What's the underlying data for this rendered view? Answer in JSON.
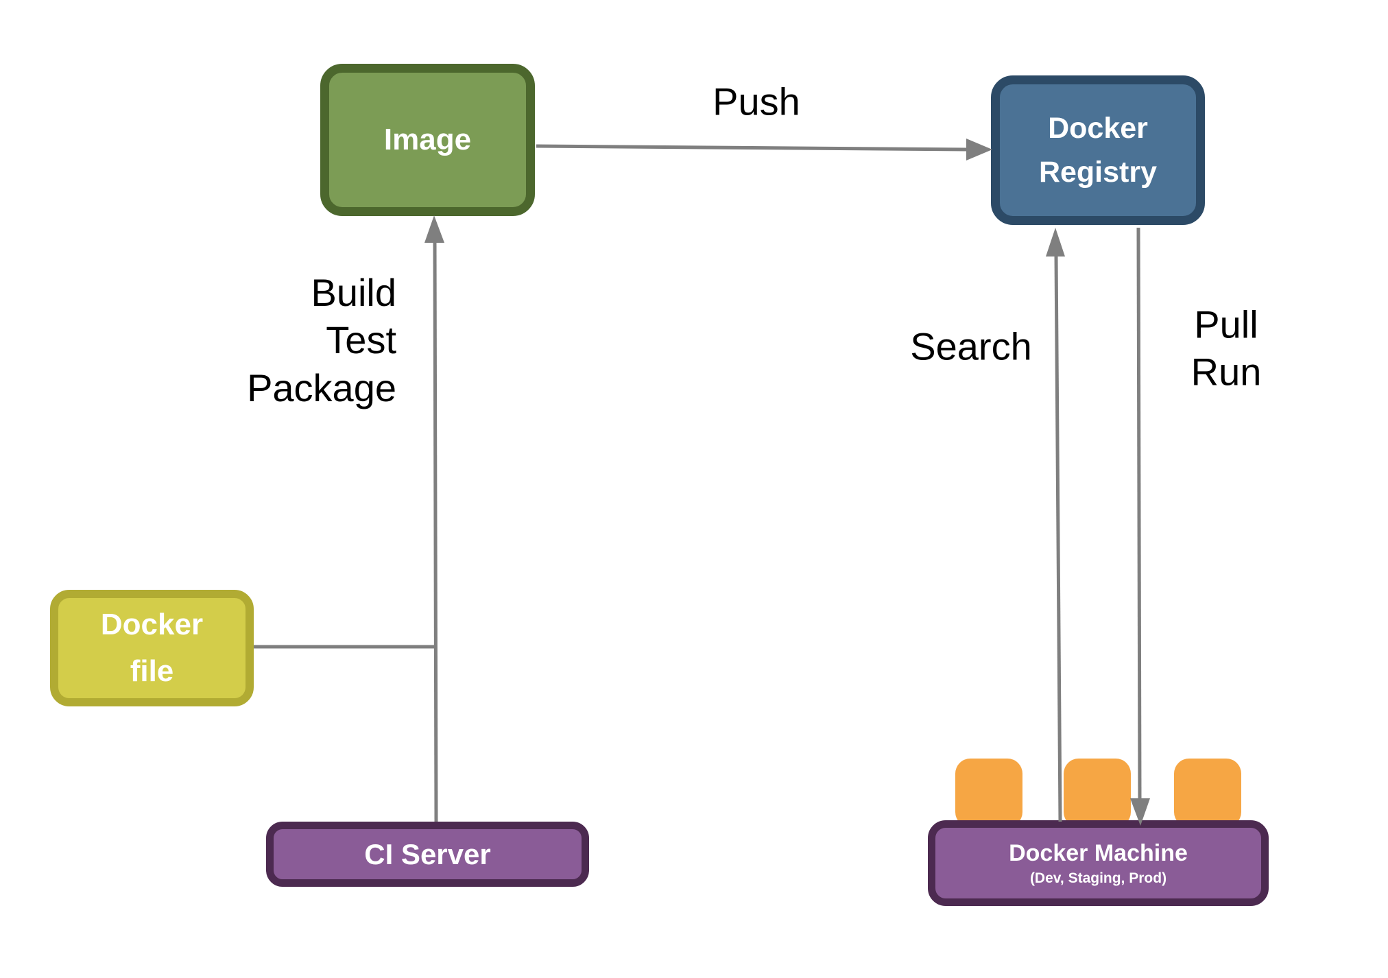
{
  "diagram": {
    "nodes": {
      "image": {
        "label": "Image"
      },
      "registry": {
        "line1": "Docker",
        "line2": "Registry"
      },
      "dockerfile": {
        "line1": "Docker",
        "line2": "file"
      },
      "ci_server": {
        "label": "CI Server"
      },
      "docker_machine": {
        "title": "Docker Machine",
        "subtitle": "(Dev, Staging, Prod)",
        "container_count": 3
      }
    },
    "edges": {
      "push": {
        "label": "Push",
        "from": "Image",
        "to": "Docker Registry"
      },
      "build": {
        "line1": "Build",
        "line2": "Test",
        "line3": "Package",
        "from": "CI Server",
        "to": "Image"
      },
      "dockerfile_input": {
        "from": "Docker file",
        "to": "CI Server build line"
      },
      "search": {
        "label": "Search",
        "from": "Docker Machine",
        "to": "Docker Registry"
      },
      "pull": {
        "line1": "Pull",
        "line2": "Run",
        "from": "Docker Registry",
        "to": "Docker Machine"
      }
    }
  },
  "colors": {
    "background": "#ffffff",
    "node_text": "#ffffff",
    "edge_label": "#000000",
    "arrow": "#7f7f7f",
    "image_fill": "#7c9c55",
    "image_border": "#4c672d",
    "registry_fill": "#4b7295",
    "registry_border": "#2c4a66",
    "dockerfile_fill": "#d3cd4a",
    "dockerfile_border": "#b1ab33",
    "purple_fill": "#8a5c97",
    "purple_border": "#4c2a50",
    "container_orange": "#f6a644"
  }
}
